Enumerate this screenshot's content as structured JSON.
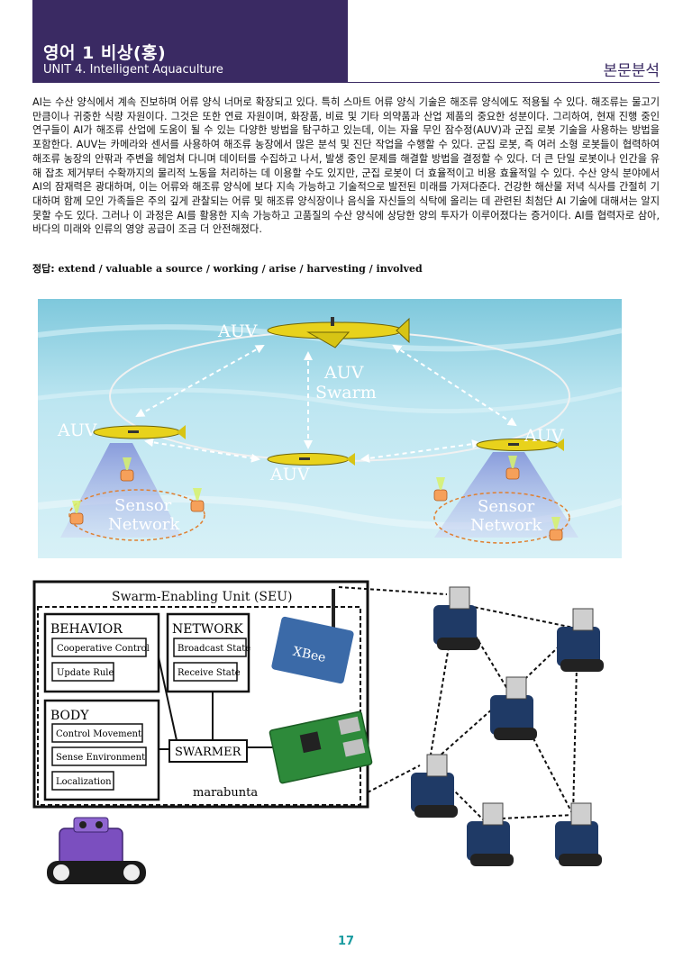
{
  "header": {
    "title": "영어 1 비상(홍)",
    "unit": "UNIT 4. Intelligent Aquaculture",
    "section_tag": "본문분석"
  },
  "body_text": "AI는 수산 양식에서 계속 진보하며 어류 양식 너머로 확장되고 있다. 특히 스마트 어류 양식 기술은 해조류 양식에도 적용될 수 있다. 해조류는 물고기만큼이나 귀중한 식량 자원이다. 그것은 또한 연료 자원이며, 화장품, 비료 및 기타 의약품과 산업 제품의 중요한 성분이다. 그리하여, 현재 진행 중인 연구들이 AI가 해조류 산업에 도움이 될 수 있는 다양한 방법을 탐구하고 있는데, 이는 자율 무인 잠수정(AUV)과 군집 로봇 기술을 사용하는 방법을 포함한다. AUV는 카메라와 센서를 사용하여 해조류 농장에서 많은 분석 및 진단 작업을 수행할 수 있다. 군집 로봇, 즉 여러 소형 로봇들이 협력하여 해조류 농장의 안팎과 주변을 헤엄쳐 다니며 데이터를 수집하고 나서, 발생 중인 문제를 해결할 방법을 결정할 수 있다. 더 큰 단일 로봇이나 인간을 유해 잡초 제거부터 수확까지의 물리적 노동을 처리하는 데 이용할 수도 있지만, 군집 로봇이 더 효율적이고 비용 효율적일 수 있다. 수산 양식 분야에서 AI의 잠재력은 광대하며, 이는 어류와 해조류 양식에 보다 지속 가능하고 기술적으로 발전된 미래를 가져다준다. 건강한 해산물 저녁 식사를 간절히 기대하며 함께 모인 가족들은 주의 깊게 관찰되는 어류 및 해조류 양식장이나 음식을 자신들의 식탁에 올리는 데 관련된 최첨단 AI 기술에 대해서는 알지 못할 수도 있다. 그러나 이 과정은 AI를 활용한 지속 가능하고 고품질의 수산 양식에 상당한 양의 투자가 이루어졌다는 증거이다. AI를 협력자로 삼아, 바다의 미래와 인류의 영양 공급이 조금 더 안전해졌다.",
  "answer": {
    "label": "정답:",
    "values": "extend / valuable a source / working / arise / harvesting / involved"
  },
  "auv_figure": {
    "labels": {
      "auv_top": "AUV",
      "auv_left": "AUV",
      "auv_right": "AUV",
      "auv_center": "AUV",
      "swarm_line1": "AUV",
      "swarm_line2": "Swarm",
      "sensor_left_1": "Sensor",
      "sensor_left_2": "Network",
      "sensor_right_1": "Sensor",
      "sensor_right_2": "Network"
    },
    "colors": {
      "water": "#bfe6f2",
      "vehicle": "#e8d21c",
      "arrow": "#ffffff",
      "text": "#ffffff"
    }
  },
  "seu_figure": {
    "title": "Swarm-Enabling Unit (SEU)",
    "behavior": {
      "title": "BEHAVIOR",
      "items": [
        "Cooperative Control",
        "Update Rule"
      ]
    },
    "network": {
      "title": "NETWORK",
      "items": [
        "Broadcast State",
        "Receive State"
      ]
    },
    "body": {
      "title": "BODY",
      "items": [
        "Control Movement",
        "Sense Environment",
        "Localization"
      ]
    },
    "swarmer": "SWARMER",
    "footer": "marabunta",
    "xbee_label": "XBee"
  },
  "page_number": "17"
}
